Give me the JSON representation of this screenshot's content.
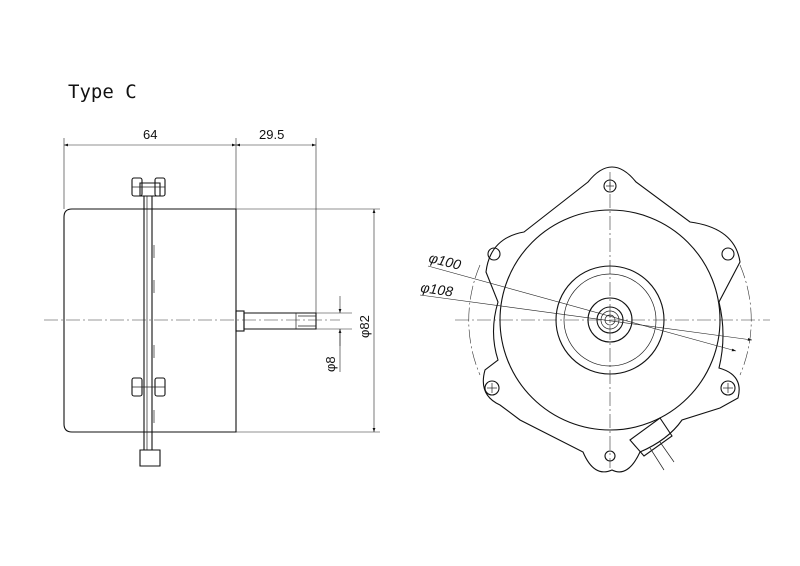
{
  "title": "Type C",
  "side_view": {
    "length_label": "64",
    "shaft_length_label": "29.5",
    "shaft_dia_label": "φ8",
    "body_dia_label": "φ82"
  },
  "front_view": {
    "dia_inner_label": "φ100",
    "dia_outer_label": "φ108"
  }
}
